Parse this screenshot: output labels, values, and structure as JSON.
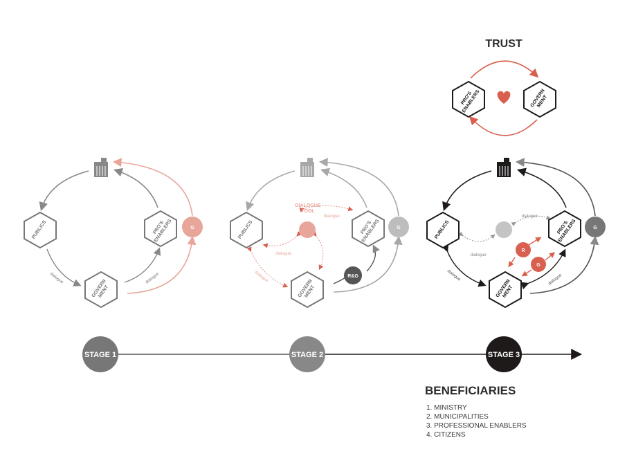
{
  "trust": {
    "title": "TRUST",
    "left_node": [
      "PRO'S",
      "ENABLERS"
    ],
    "right_node": [
      "GOVERN",
      "MENT"
    ]
  },
  "labels": {
    "publics": "PUBLICS",
    "pros": [
      "PRO'S",
      "ENABLERS"
    ],
    "government": [
      "GOVERN",
      "MENT"
    ],
    "g": "G",
    "r": "R",
    "rg": "R&G",
    "dialogue": "dialogue",
    "dialogue_tool": [
      "DIALOGUE",
      "TOOL"
    ]
  },
  "stages": [
    "STAGE 1",
    "STAGE 2",
    "STAGE 3"
  ],
  "beneficiaries": {
    "title": "BENEFICIARIES",
    "items": [
      "1.  MINISTRY",
      "2. MUNICIPALITIES",
      "3. PROFESSIONAL ENABLERS",
      "4. CITIZENS"
    ]
  },
  "colors": {
    "stage1": "#888888",
    "stage2": "#a8a8a8",
    "stage3": "#1e1a1a",
    "accent": "#d9604f",
    "accent_light": "#e8a59a"
  }
}
